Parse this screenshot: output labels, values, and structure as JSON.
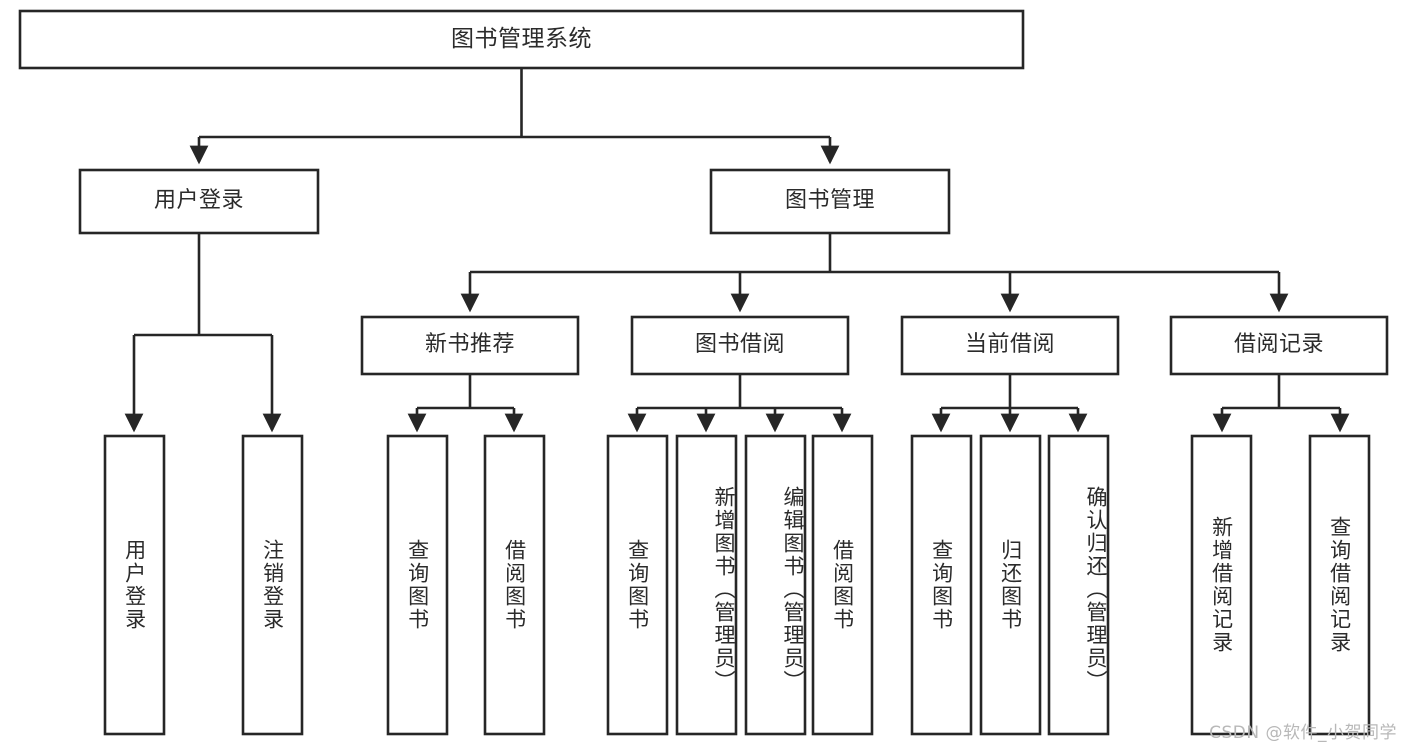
{
  "diagram": {
    "type": "tree",
    "title": "图书管理系统",
    "colors": {
      "box_stroke": "#262626",
      "box_fill": "#ffffff",
      "text": "#2b2b2b",
      "background": "#ffffff",
      "watermark": "#b8b8b8"
    },
    "nodes": {
      "root": {
        "label": "图书管理系统"
      },
      "level2": [
        {
          "label": "用户登录"
        },
        {
          "label": "图书管理"
        }
      ],
      "level3": [
        {
          "label": "新书推荐"
        },
        {
          "label": "图书借阅"
        },
        {
          "label": "当前借阅"
        },
        {
          "label": "借阅记录"
        }
      ],
      "leaves_user_login": [
        {
          "label": "用户登录"
        },
        {
          "label": "注销登录"
        }
      ],
      "leaves_new_book": [
        {
          "label": "查询图书"
        },
        {
          "label": "借阅图书"
        }
      ],
      "leaves_borrow": [
        {
          "label": "查询图书"
        },
        {
          "label": "新增图书（管理员）"
        },
        {
          "label": "编辑图书（管理员）"
        },
        {
          "label": "借阅图书"
        }
      ],
      "leaves_current": [
        {
          "label": "查询图书"
        },
        {
          "label": "归还图书"
        },
        {
          "label": "确认归还（管理员）"
        }
      ],
      "leaves_records": [
        {
          "label": "新增借阅记录"
        },
        {
          "label": "查询借阅记录"
        }
      ]
    },
    "watermark": "CSDN @软件_小贺同学"
  }
}
